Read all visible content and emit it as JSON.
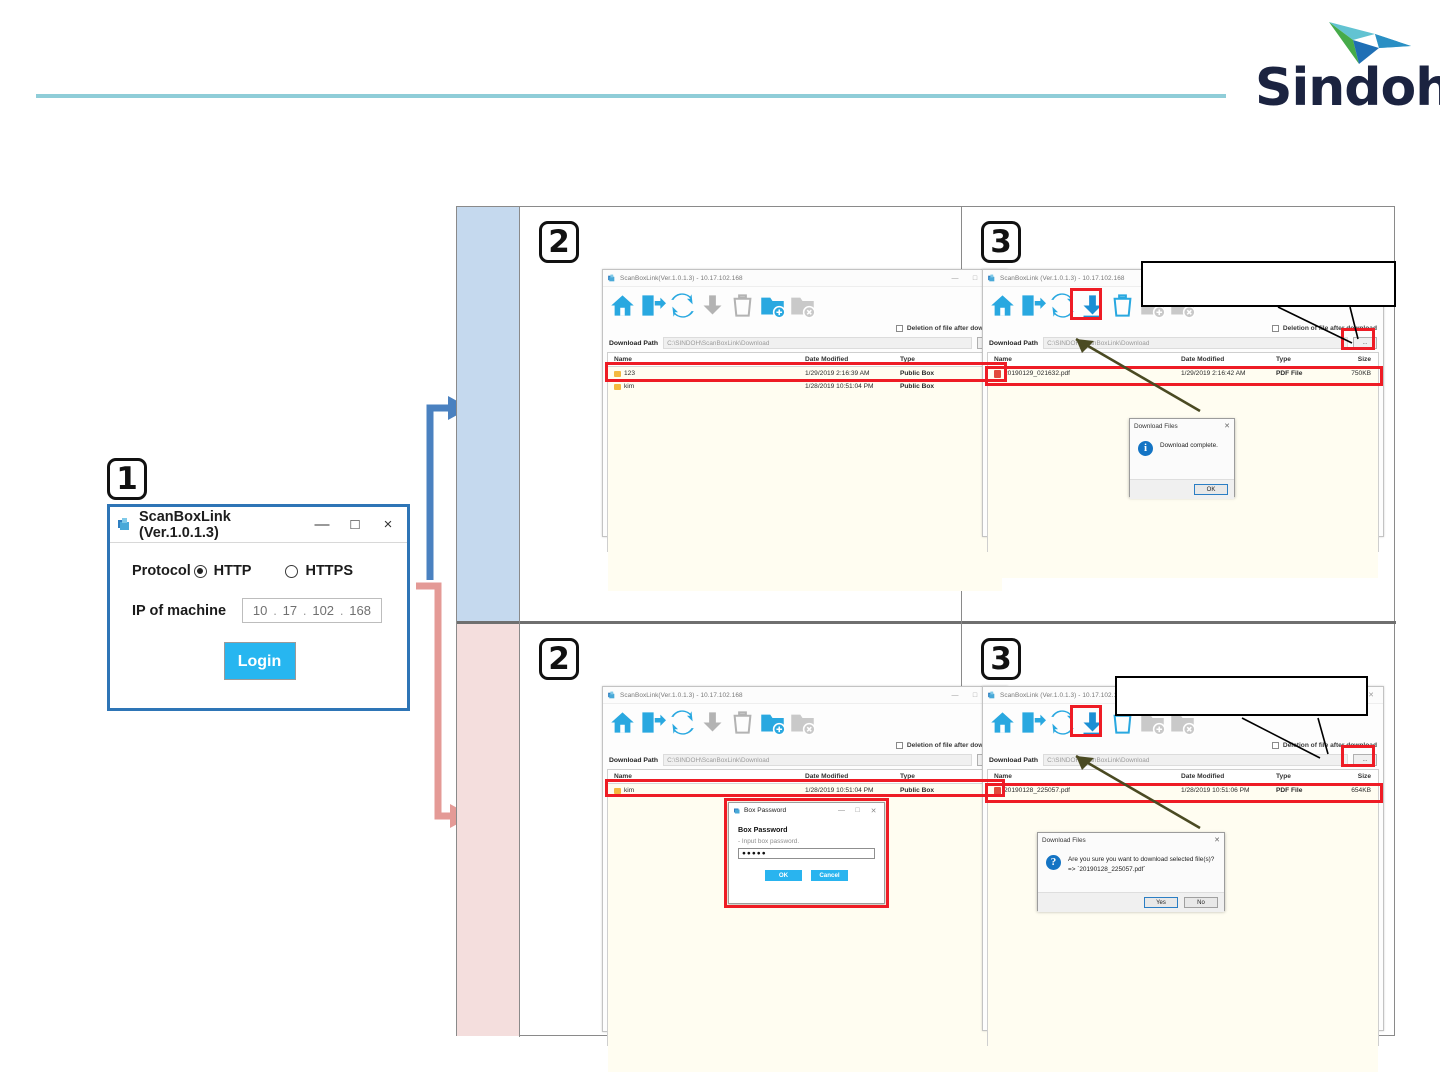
{
  "brand": {
    "name": "Sindoh",
    "rule_color": "#8fcdd8"
  },
  "step1": {
    "badge": "1",
    "window_title": "ScanBoxLink (Ver.1.0.1.3)",
    "minimize": "—",
    "maximize": "□",
    "close": "×",
    "protocol_label": "Protocol",
    "protocol_options": [
      {
        "label": "HTTP",
        "selected": true
      },
      {
        "label": "HTTPS",
        "selected": false
      }
    ],
    "ip_label": "IP of machine",
    "ip_octets": [
      "10",
      "17",
      "102",
      "168"
    ],
    "ip_separator": ".",
    "login_label": "Login",
    "accent_color": "#27b6f0"
  },
  "common": {
    "app_title_a": "ScanBoxLink(Ver.1.0.1.3) - 10.17.102.168",
    "app_title_b": "ScanBoxLink (Ver.1.0.1.3) - 10.17.102.168",
    "minimize": "—",
    "maximize": "□",
    "close": "✕",
    "delete_after_download": "Deletion of file after download",
    "download_path_label": "Download Path",
    "download_path_value": "C:\\SINDOH\\ScanBoxLink\\Download",
    "browse_label": "...",
    "toolbar_icons": [
      "home-icon",
      "logout-icon",
      "refresh-icon",
      "download-icon",
      "trash-icon",
      "add-folder-icon",
      "remove-folder-icon"
    ],
    "columns": [
      "Name",
      "Date Modified",
      "Type",
      "Size"
    ]
  },
  "panel_top_left": {
    "badge": "2",
    "rows": [
      {
        "name": "123",
        "date": "1/29/2019 2:16:39 AM",
        "type": "Public Box",
        "size": "",
        "icon": "folder-icon"
      },
      {
        "name": "kim",
        "date": "1/28/2019 10:51:04 PM",
        "type": "Public Box",
        "size": "",
        "icon": "folder-icon"
      }
    ]
  },
  "panel_top_right": {
    "badge": "3",
    "rows": [
      {
        "name": "20190129_021632.pdf",
        "date": "1/29/2019 2:16:42 AM",
        "type": "PDF File",
        "size": "750KB",
        "icon": "pdf-icon"
      }
    ],
    "dialog": {
      "title": "Download Files",
      "close": "✕",
      "message": "Download complete.",
      "icon": "info-icon",
      "buttons": [
        "OK"
      ]
    },
    "callout_text": ""
  },
  "panel_bottom_left": {
    "badge": "2",
    "rows": [
      {
        "name": "kim",
        "date": "1/28/2019 10:51:04 PM",
        "type": "Public Box",
        "size": "",
        "icon": "folder-icon"
      }
    ],
    "dialog": {
      "title": "Box Password",
      "minimize": "—",
      "maximize": "□",
      "close": "✕",
      "heading": "Box Password",
      "hint": "- Input box password.",
      "value": "●●●●●",
      "ok_label": "OK",
      "cancel_label": "Cancel"
    }
  },
  "panel_bottom_right": {
    "badge": "3",
    "rows": [
      {
        "name": "20190128_225057.pdf",
        "date": "1/28/2019 10:51:06 PM",
        "type": "PDF File",
        "size": "654KB",
        "icon": "pdf-icon"
      }
    ],
    "dialog": {
      "title": "Download Files",
      "close": "✕",
      "icon": "question-icon",
      "message_line1": "Are you sure you want to download selected file(s)?",
      "message_line2": "=> `20190128_225057.pdf`",
      "yes_label": "Yes",
      "no_label": "No"
    },
    "callout_text": ""
  },
  "flow": {
    "arrow_top_color": "#4a81c0",
    "arrow_bottom_color": "#e49a96",
    "strip_top_color": "#c5d9ee",
    "strip_bottom_color": "#f4dedd",
    "highlight_color": "#ee1c25"
  }
}
